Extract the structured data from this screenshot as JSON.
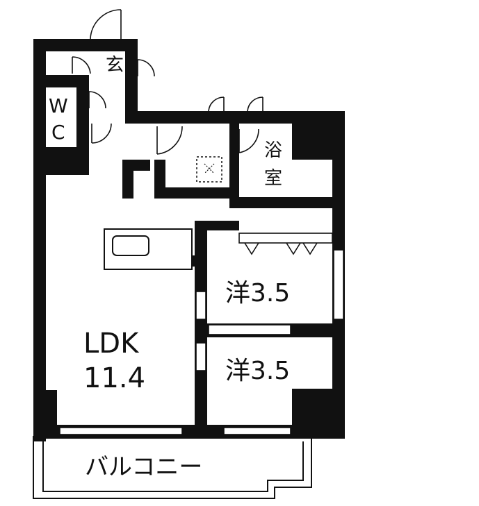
{
  "rooms": {
    "entrance": "玄",
    "wc_top": "W",
    "wc_bottom": "C",
    "bath_top": "浴",
    "bath_bottom": "室",
    "western_room_1": "洋3.5",
    "western_room_2": "洋3.5",
    "ldk_name": "LDK",
    "ldk_size": "11.4",
    "balcony": "バルコニー"
  }
}
